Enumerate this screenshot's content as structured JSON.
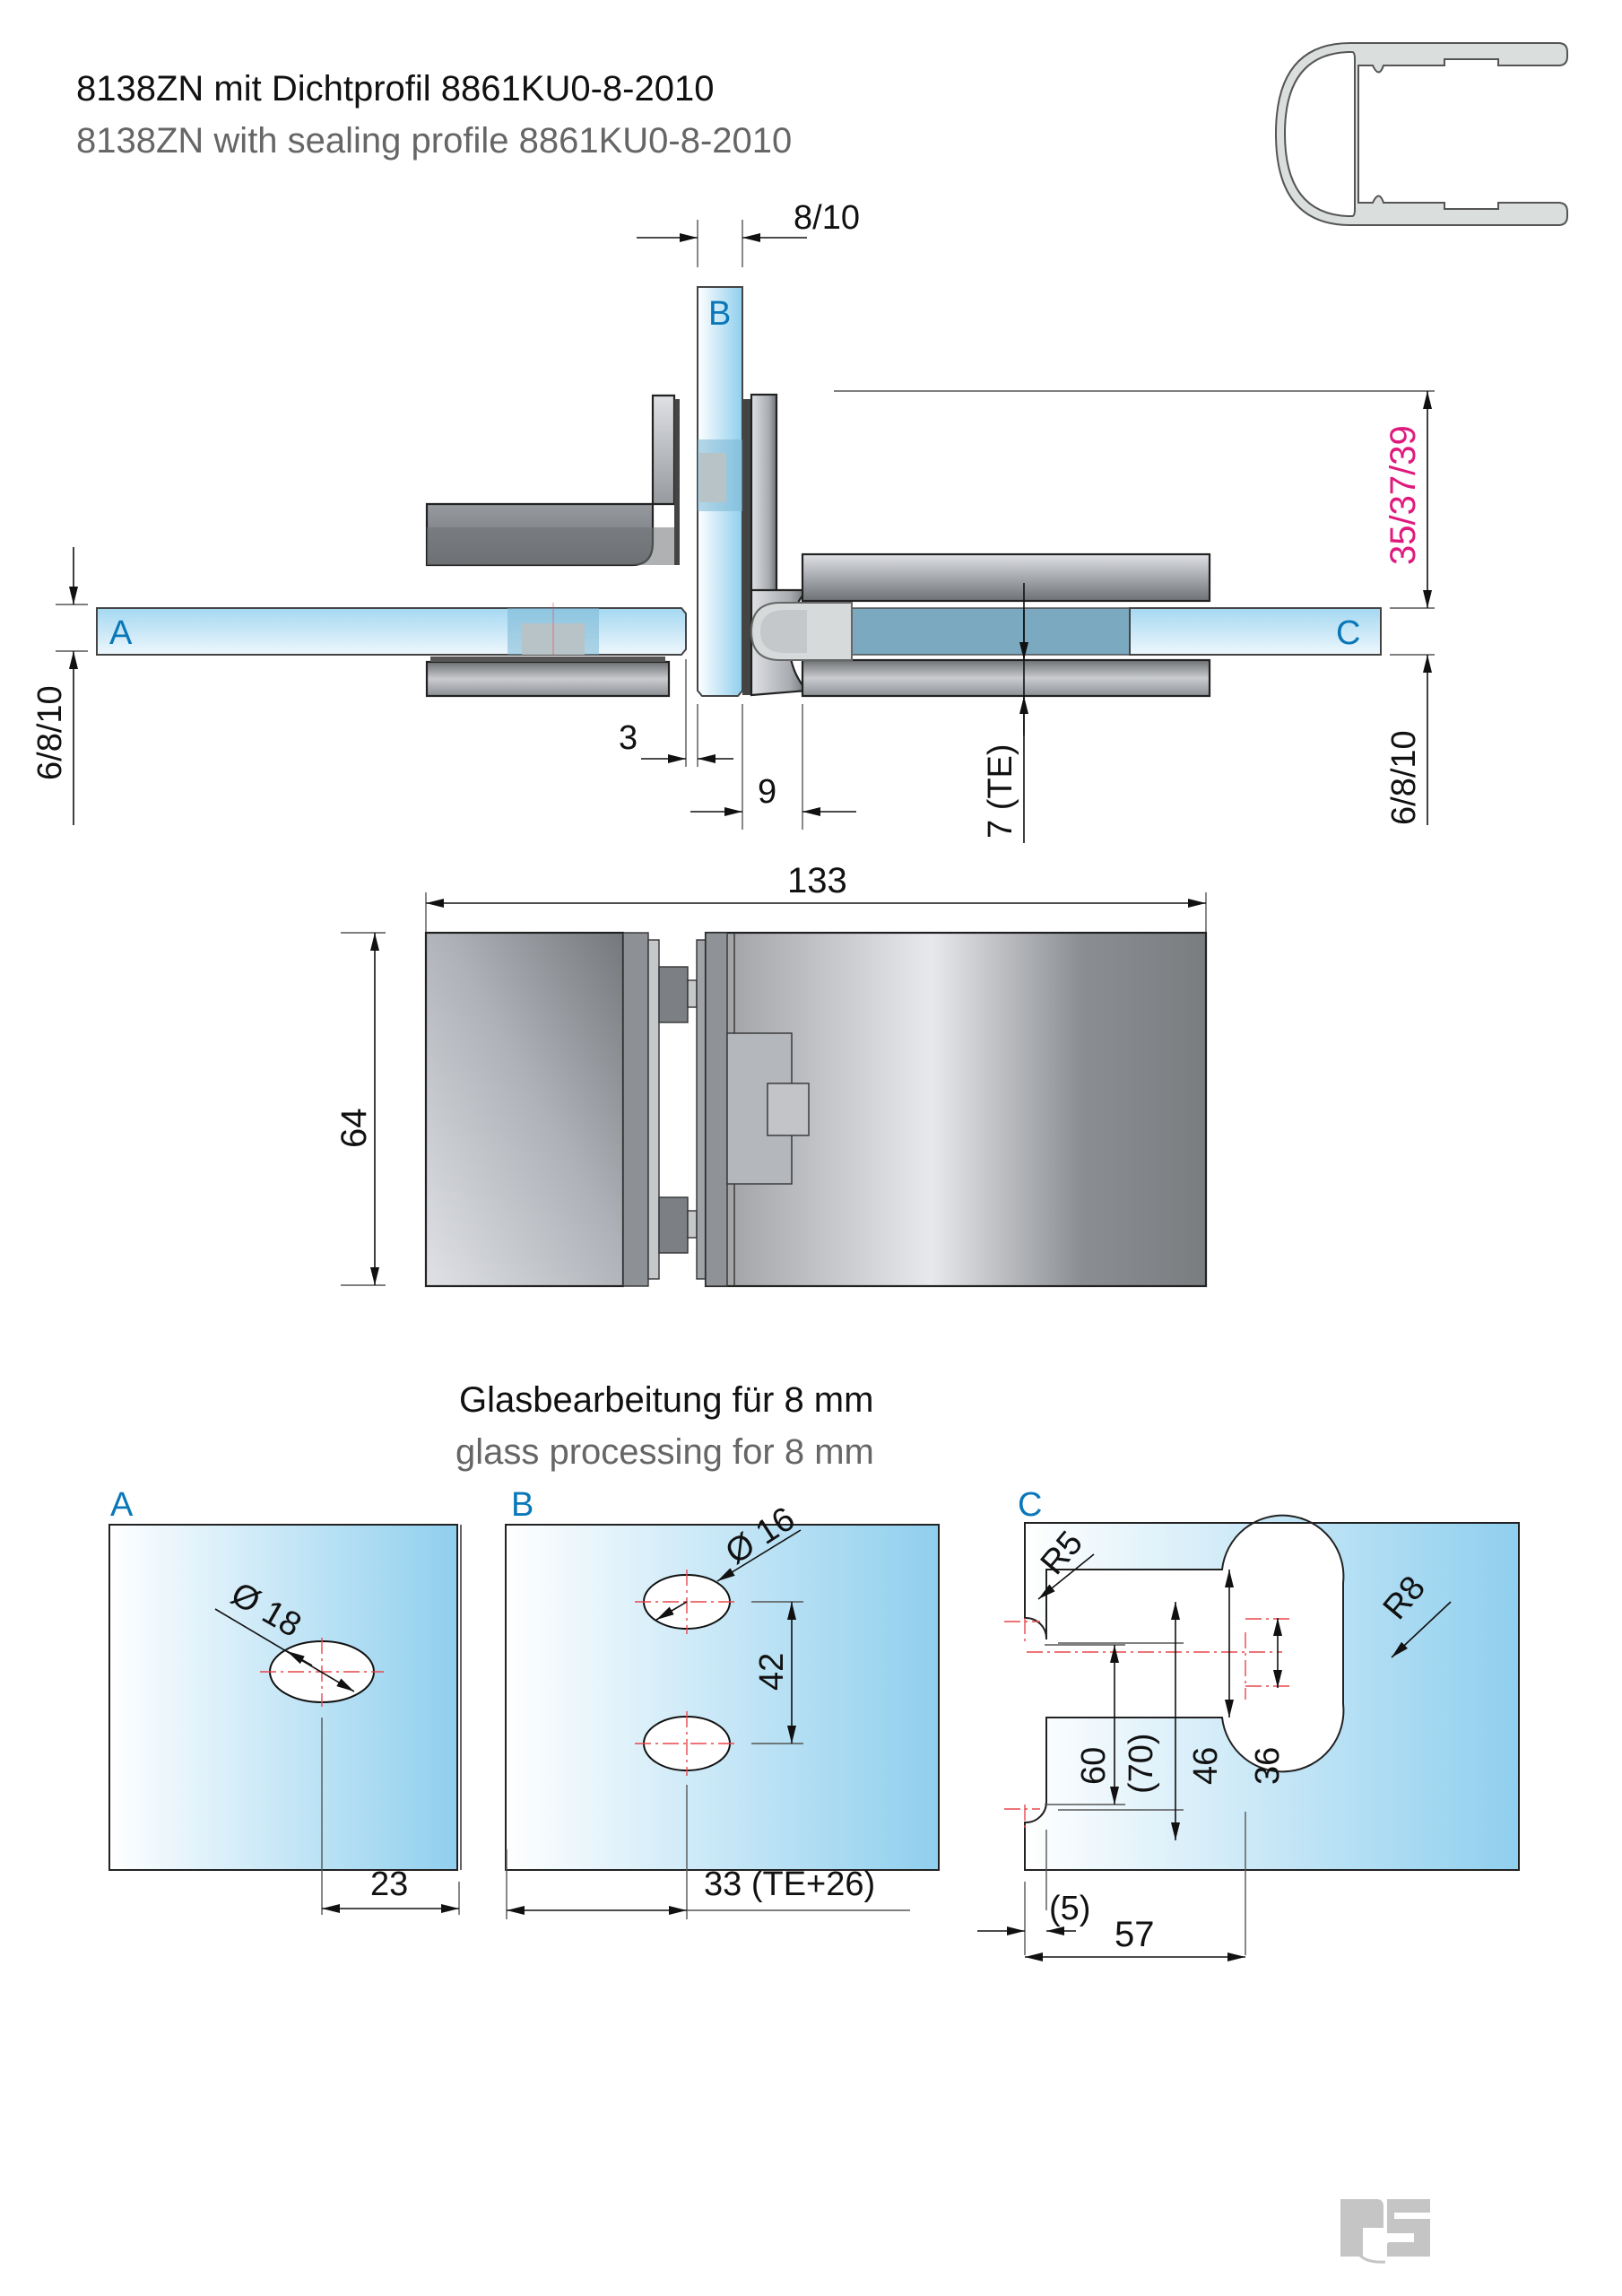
{
  "title": {
    "de": "8138ZN mit Dichtprofil 8861KU0-8-2010",
    "en": "8138ZN with sealing profile 8861KU0-8-2010"
  },
  "colors": {
    "glass_label": "#0a78b8",
    "highlight_dimension": "#e0197d",
    "centerline": "#e8464c",
    "glass_light": "#f7fbfe",
    "glass_dark": "#8fcfee",
    "metal_dark": "#6e7174",
    "metal_light": "#dfe1e5",
    "profile_fill": "#dadedc"
  },
  "icons": {
    "seal_profile": "sealing-profile-icon",
    "logo": "ps-logo-icon"
  },
  "section_view": {
    "glass_labels": {
      "a": "A",
      "b": "B",
      "c": "C"
    },
    "dims": {
      "glass_b_thickness": "8/10",
      "glass_a_thickness": "6/8/10",
      "glass_c_thickness": "6/8/10",
      "offset_height": "35/37/39",
      "gap": "3",
      "hinge_offset": "9",
      "te": "7 (TE)"
    }
  },
  "front_view": {
    "dims": {
      "width": "133",
      "height": "64"
    }
  },
  "glass_processing": {
    "title_de": "Glasbearbeitung für 8 mm",
    "title_en": "glass processing for 8 mm",
    "panels": [
      {
        "label": "A",
        "dims": {
          "hole_diameter": "Ø 18",
          "edge_distance": "23"
        }
      },
      {
        "label": "B",
        "dims": {
          "hole_diameter": "Ø 16",
          "hole_spacing": "42",
          "edge_distance": "33 (TE+26)"
        }
      },
      {
        "label": "C",
        "dims": {
          "corner_radius": "R5",
          "slot_radius": "R8",
          "outer_height": "60",
          "outer_height_alt": "(70)",
          "slot_height": "46",
          "inner_height": "36",
          "edge_offset": "(5)",
          "slot_depth": "57"
        }
      }
    ]
  }
}
